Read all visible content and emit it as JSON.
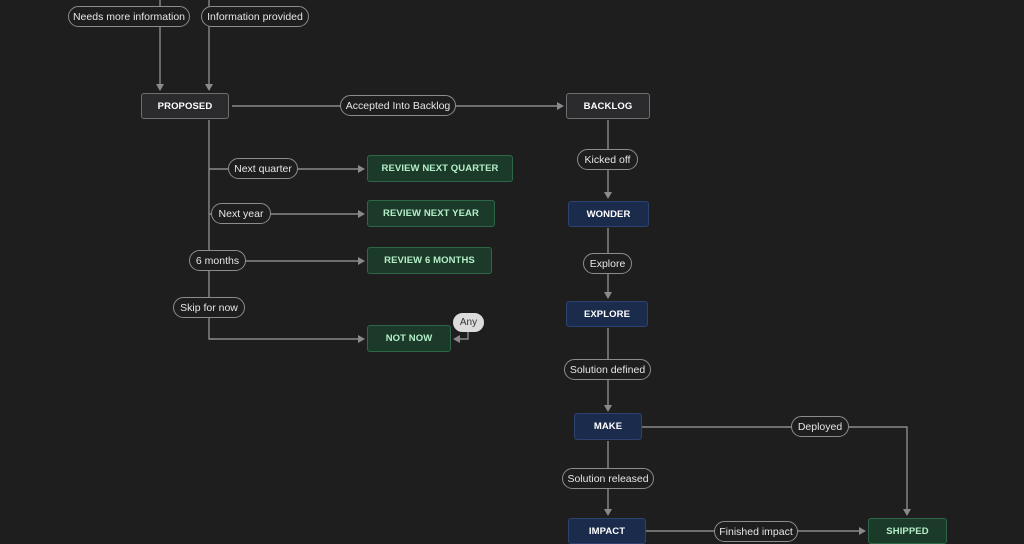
{
  "nodes": {
    "proposed": "PROPOSED",
    "backlog": "BACKLOG",
    "review_next_quarter": "REVIEW NEXT QUARTER",
    "review_next_year": "REVIEW NEXT YEAR",
    "review_6_months": "REVIEW 6 MONTHS",
    "not_now": "NOT NOW",
    "wonder": "WONDER",
    "explore": "EXPLORE",
    "make": "MAKE",
    "impact": "IMPACT",
    "shipped": "SHIPPED"
  },
  "edge_labels": {
    "needs_more_information": "Needs more information",
    "information_provided": "Information provided",
    "accepted_into_backlog": "Accepted Into Backlog",
    "next_quarter": "Next quarter",
    "next_year": "Next year",
    "six_months": "6 months",
    "skip_for_now": "Skip for now",
    "any": "Any",
    "kicked_off": "Kicked off",
    "explore": "Explore",
    "solution_defined": "Solution defined",
    "deployed": "Deployed",
    "solution_released": "Solution released",
    "finished_impact": "Finished impact"
  },
  "colors": {
    "background": "#1e1e1f",
    "connector": "#8a8a8a",
    "gray_node_fill": "#2b2b2d",
    "gray_node_border": "#6e6e70",
    "blue_node_fill": "#1b2b4c",
    "blue_node_border": "#2d4270",
    "green_node_fill": "#1c3a2a",
    "green_node_border": "#2f6646",
    "green_node_text": "#b4efc9",
    "label_border": "#8c8c8c",
    "label_text": "#e6e6e6",
    "any_badge_fill": "#dcdcdc"
  }
}
